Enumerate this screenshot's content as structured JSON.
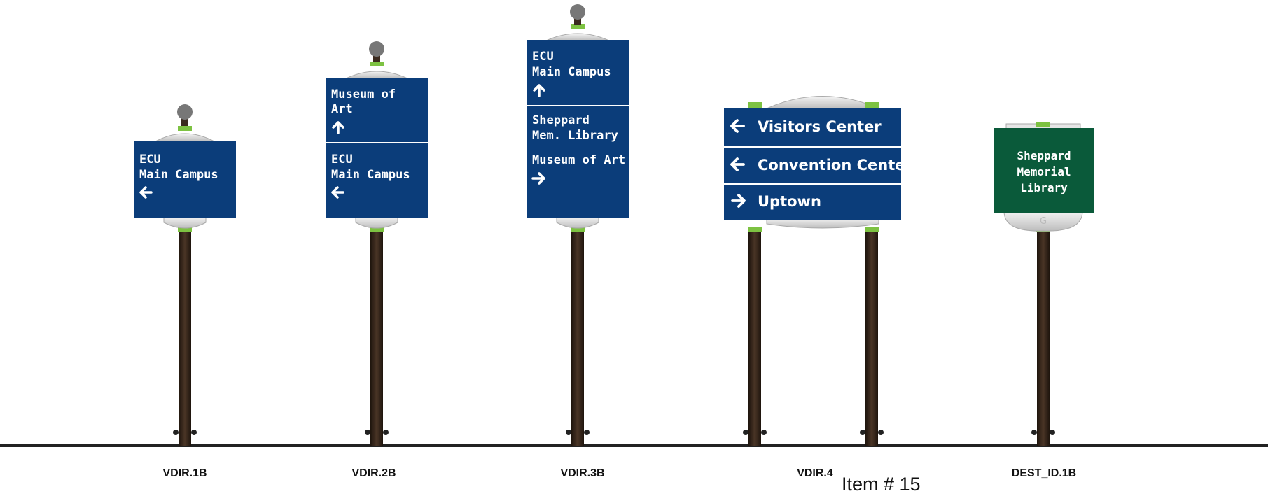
{
  "colors": {
    "sign_blue": "#0b3d7a",
    "sign_green": "#0a5a3a",
    "post": "#3b2a1e",
    "collar": "#7dc242",
    "dome": "#d9d9d9",
    "finial": "#777777",
    "ground": "#222222"
  },
  "signs": [
    {
      "code": "VDIR.1B",
      "panels": [
        {
          "lines": [
            "ECU",
            "Main Campus"
          ],
          "arrow": "left-arrow"
        }
      ]
    },
    {
      "code": "VDIR.2B",
      "panels": [
        {
          "lines": [
            "Museum of",
            "Art"
          ],
          "arrow": "up-arrow"
        },
        {
          "lines": [
            "ECU",
            "Main Campus"
          ],
          "arrow": "left-arrow"
        }
      ]
    },
    {
      "code": "VDIR.3B",
      "panels": [
        {
          "lines": [
            "ECU",
            "Main Campus"
          ],
          "arrow": "up-arrow"
        },
        {
          "lines": [
            "Sheppard",
            "Mem. Library"
          ]
        },
        {
          "lines": [
            "Museum of Art"
          ],
          "arrow": "right-arrow"
        }
      ]
    },
    {
      "code": "VDIR.4",
      "panels": [
        {
          "text": "Visitors Center",
          "arrow": "left-arrow"
        },
        {
          "text": "Convention Center",
          "arrow": "left-arrow"
        },
        {
          "text": "Uptown",
          "arrow": "right-arrow"
        }
      ]
    },
    {
      "code": "DEST_ID.1B",
      "panels": [
        {
          "lines": [
            "Sheppard",
            "Memorial",
            "Library"
          ]
        }
      ]
    }
  ],
  "item_label": "Item # 15"
}
